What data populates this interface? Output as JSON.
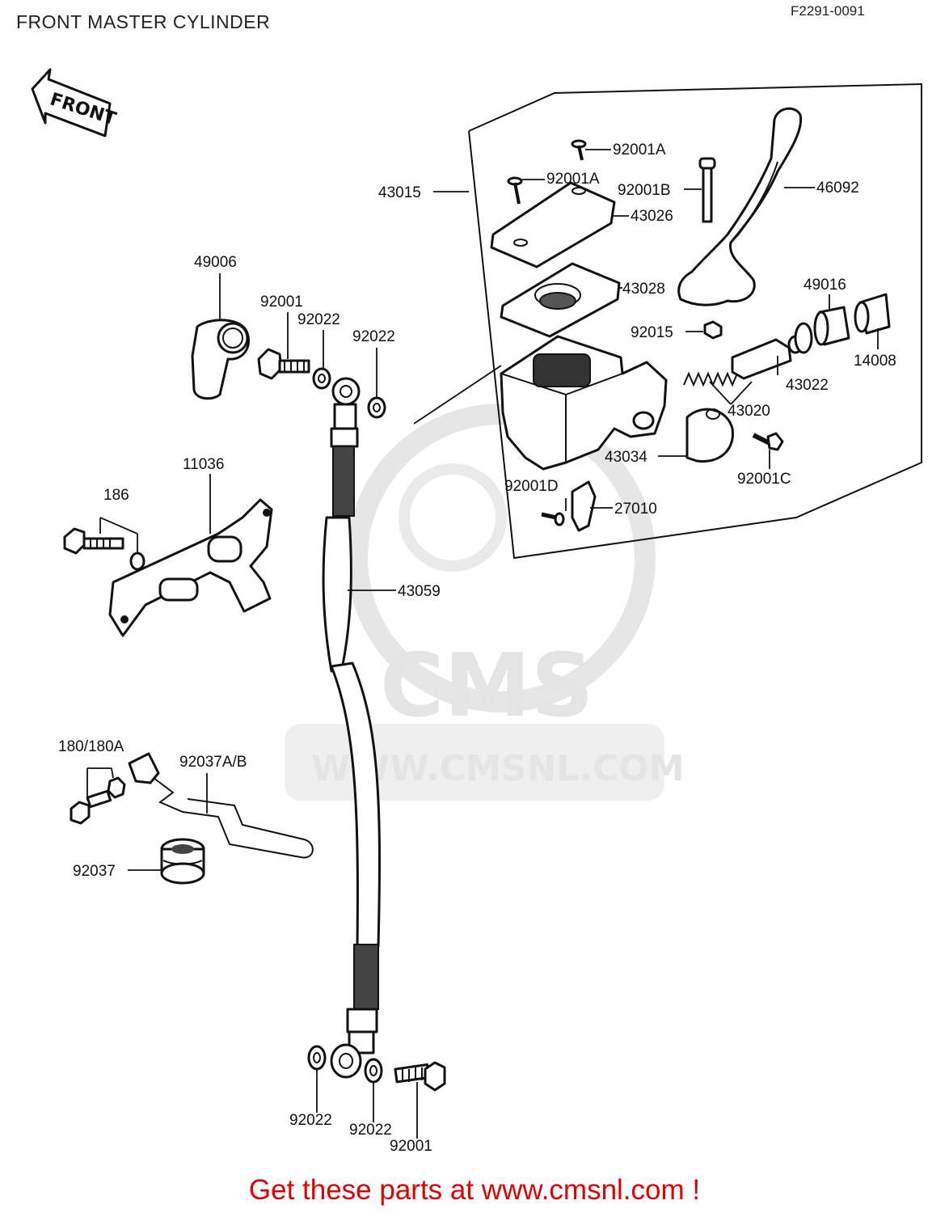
{
  "header": {
    "title": "FRONT MASTER CYLINDER",
    "figure_code": "F2291-0091"
  },
  "direction_arrow": {
    "label": "FRONT",
    "icon": "front-arrow-icon"
  },
  "watermark": {
    "brand": "CMS",
    "url": "WWW.CMSNL.COM"
  },
  "parts": {
    "p43015": "43015",
    "p92001A_top": "92001A",
    "p92001A_mid": "92001A",
    "p92001B": "92001B",
    "p46092": "46092",
    "p43026": "43026",
    "p43028": "43028",
    "p49006": "49006",
    "p92001_top": "92001",
    "p92022_a": "92022",
    "p92022_b": "92022",
    "p49016": "49016",
    "p92015": "92015",
    "p14008": "14008",
    "p43022": "43022",
    "p43020": "43020",
    "p43034": "43034",
    "p92001C": "92001C",
    "p92001D": "92001D",
    "p27010": "27010",
    "p11036": "11036",
    "p186": "186",
    "p43059": "43059",
    "p180": "180/180A",
    "p92037AB": "92037A/B",
    "p92037": "92037",
    "p92022_c": "92022",
    "p92022_d": "92022",
    "p92001_bot": "92001"
  },
  "footer": {
    "text": "Get these parts at www.cmsnl.com !"
  },
  "colors": {
    "footer_text": "#e00000",
    "line": "#111111",
    "watermark": "#e4e4e4"
  }
}
